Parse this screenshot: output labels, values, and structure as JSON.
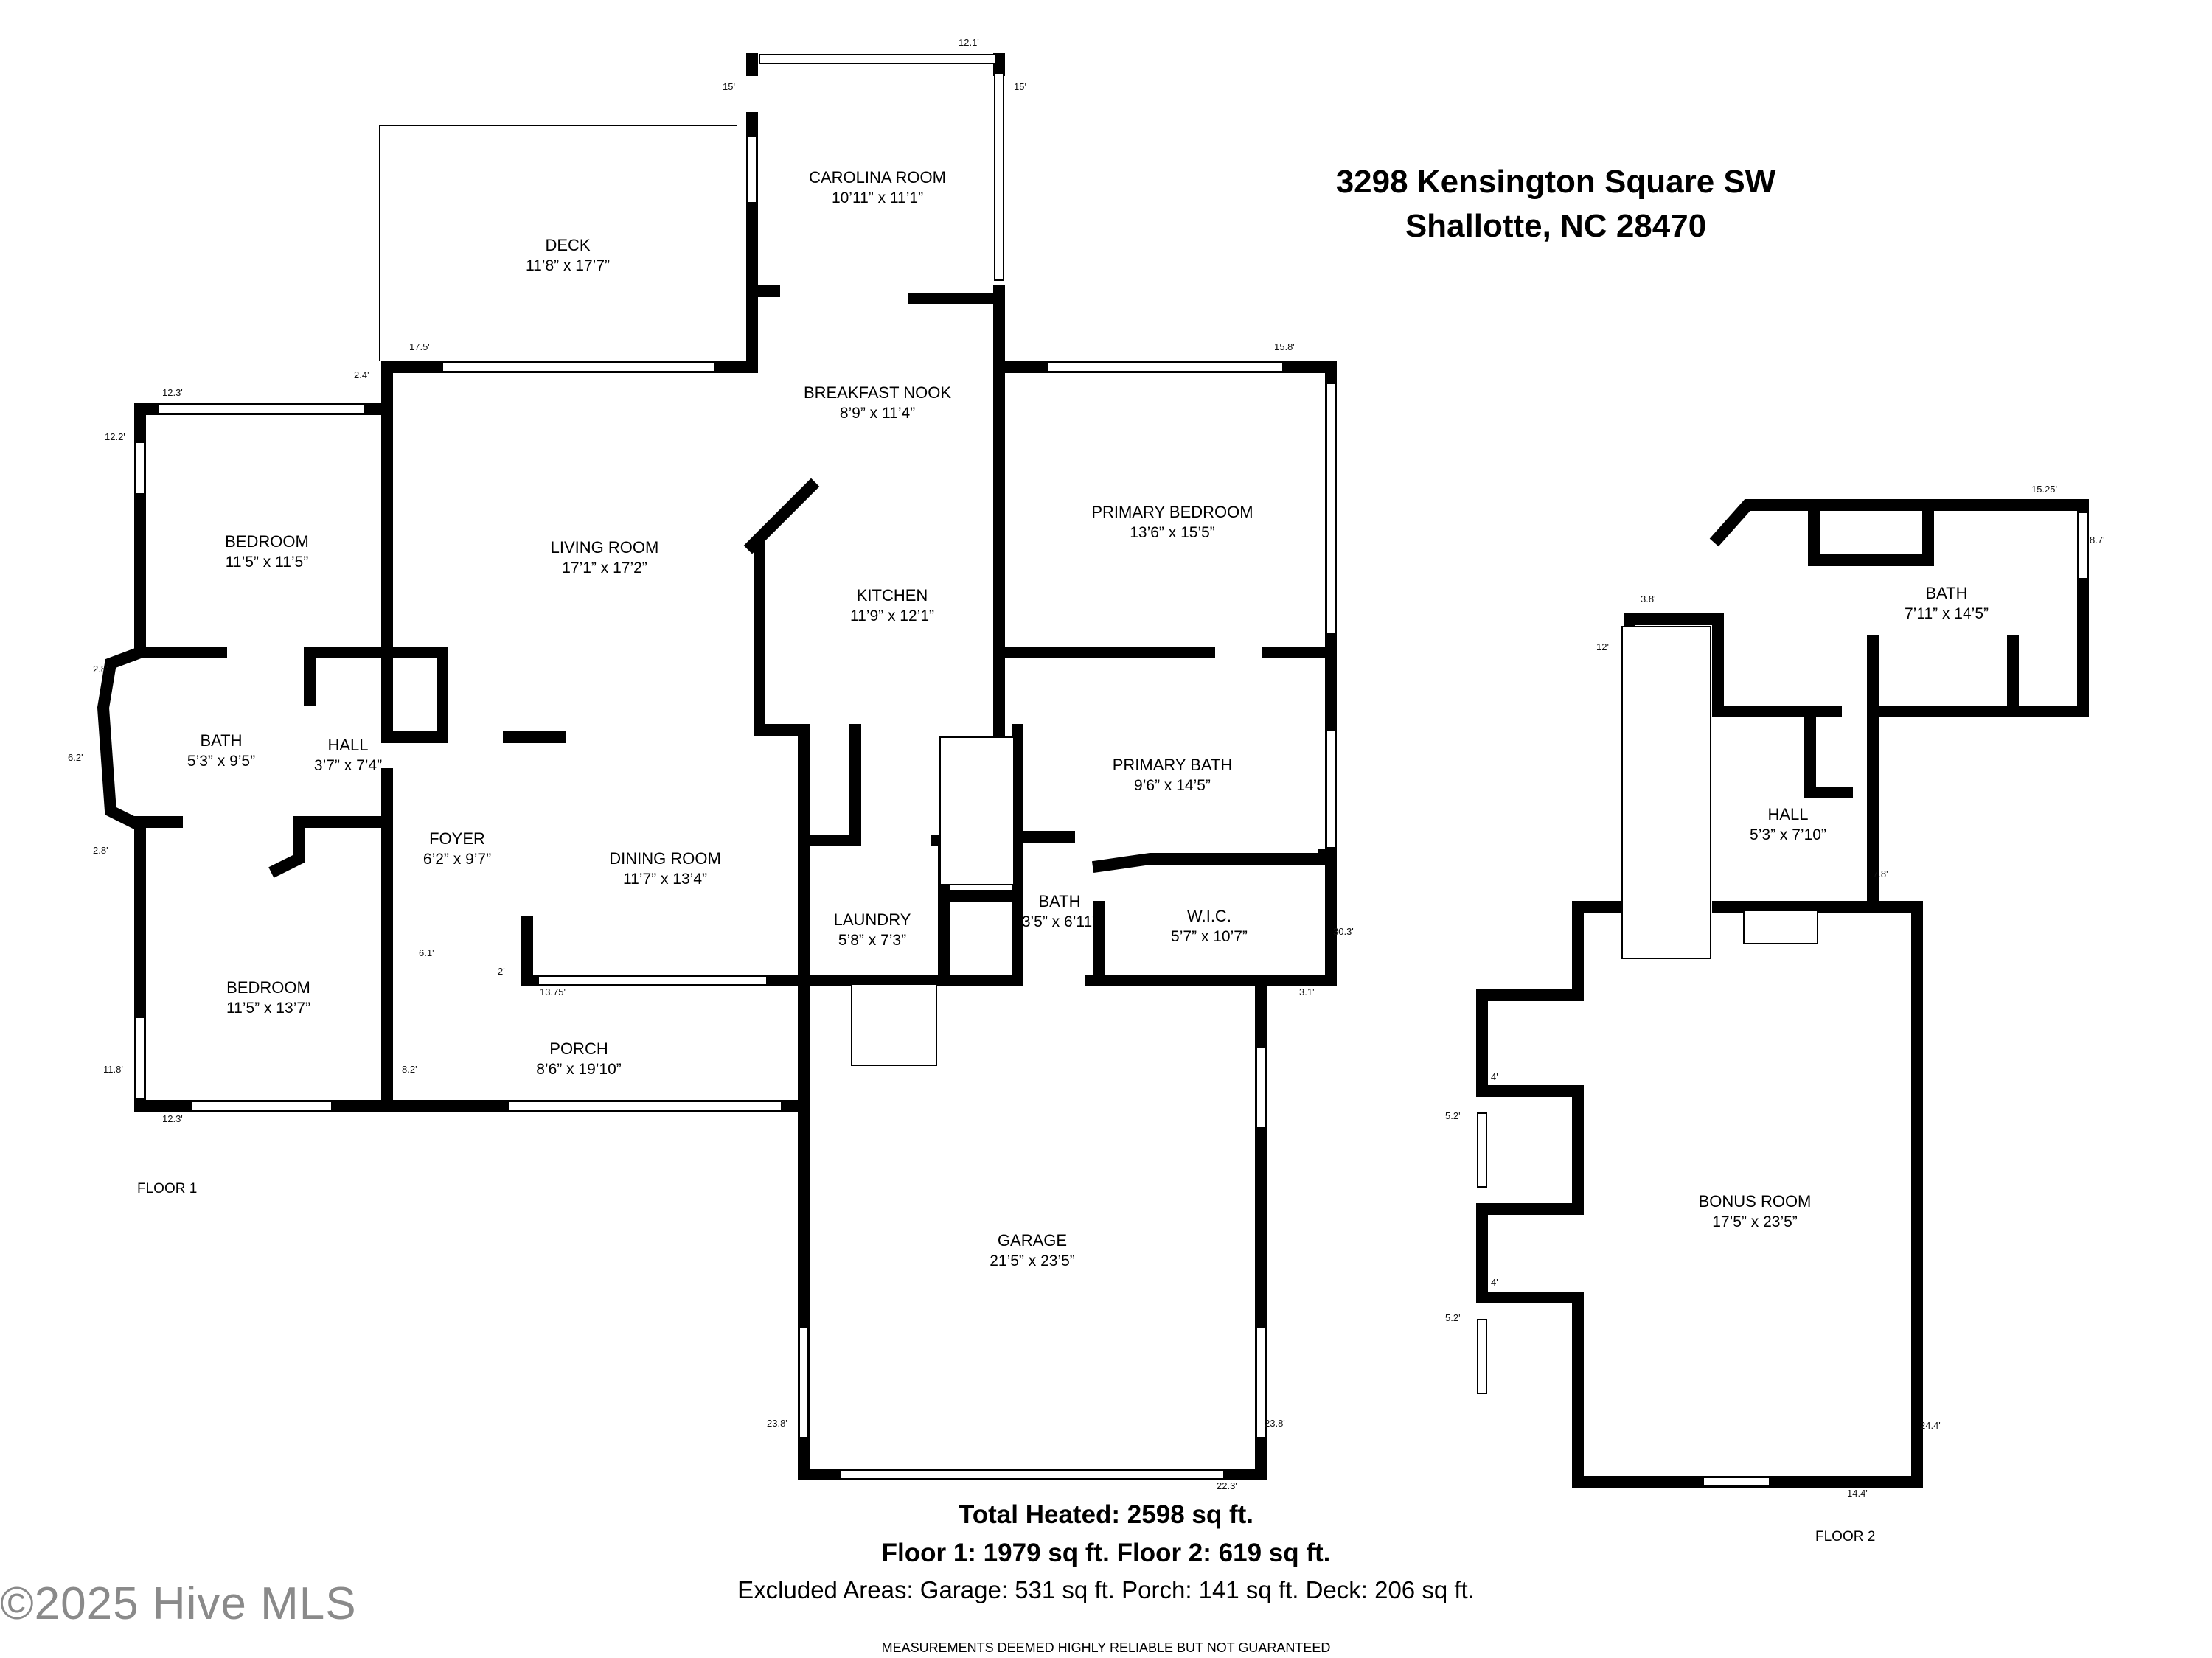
{
  "address": {
    "line1": "3298 Kensington Square SW",
    "line2": "Shallotte, NC 28470"
  },
  "floors": [
    {
      "label": "FLOOR 1",
      "rooms": [
        {
          "name": "DECK",
          "dims": "11’8” x 17’7”"
        },
        {
          "name": "CAROLINA ROOM",
          "dims": "10’11” x 11’1”"
        },
        {
          "name": "BREAKFAST NOOK",
          "dims": "8’9” x 11’4”"
        },
        {
          "name": "LIVING ROOM",
          "dims": "17’1” x 17’2”"
        },
        {
          "name": "KITCHEN",
          "dims": "11’9” x 12’1”"
        },
        {
          "name": "PRIMARY BEDROOM",
          "dims": "13’6” x 15’5”"
        },
        {
          "name": "BEDROOM",
          "dims": "11’5” x 11’5”"
        },
        {
          "name": "BATH",
          "dims": "5’3” x 9’5”"
        },
        {
          "name": "HALL",
          "dims": "3’7” x 7’4”"
        },
        {
          "name": "FOYER",
          "dims": "6’2” x 9’7”"
        },
        {
          "name": "DINING ROOM",
          "dims": "11’7” x 13’4”"
        },
        {
          "name": "PRIMARY BATH",
          "dims": "9’6” x 14’5”"
        },
        {
          "name": "LAUNDRY",
          "dims": "5’8” x 7’3”"
        },
        {
          "name": "BATH",
          "dims": "3’5” x 6’11”"
        },
        {
          "name": "W.I.C.",
          "dims": "5’7” x 10’7”"
        },
        {
          "name": "BEDROOM",
          "dims": "11’5” x 13’7”"
        },
        {
          "name": "PORCH",
          "dims": "8’6” x 19’10”"
        },
        {
          "name": "GARAGE",
          "dims": "21’5” x 23’5”"
        }
      ],
      "measurements": [
        "12.1'",
        "15'",
        "15'",
        "17.5'",
        "2.4'",
        "15.8'",
        "12.3'",
        "12.2'",
        "2.8'",
        "6.2'",
        "2.8'",
        "6.1'",
        "2'",
        "13.75'",
        "8.2'",
        "11.8'",
        "12.3'",
        "3.1'",
        "30.3'",
        "23.8'",
        "23.8'",
        "22.3'"
      ]
    },
    {
      "label": "FLOOR 2",
      "rooms": [
        {
          "name": "BATH",
          "dims": "7’11” x 14’5”"
        },
        {
          "name": "HALL",
          "dims": "5’3” x 7’10”"
        },
        {
          "name": "BONUS ROOM",
          "dims": "17’5” x 23’5”"
        }
      ],
      "measurements": [
        "15.25'",
        "8.7'",
        "3.8'",
        "12'",
        "7.8'",
        "4'",
        "5.2'",
        "4'",
        "5.2'",
        "24.4'",
        "14.4'"
      ]
    }
  ],
  "totals": {
    "heated": "Total Heated: 2598 sq ft.",
    "floors": "Floor 1: 1979 sq ft. Floor 2: 619 sq ft.",
    "excluded": "Excluded Areas: Garage: 531 sq ft. Porch: 141 sq ft. Deck: 206 sq ft."
  },
  "disclaimer": "MEASUREMENTS DEEMED HIGHLY RELIABLE BUT NOT GUARANTEED",
  "watermark": "©2025 Hive MLS",
  "colors": {
    "wall": "#000000",
    "window": "#ffffff",
    "watermark": "#8a8a8a"
  }
}
